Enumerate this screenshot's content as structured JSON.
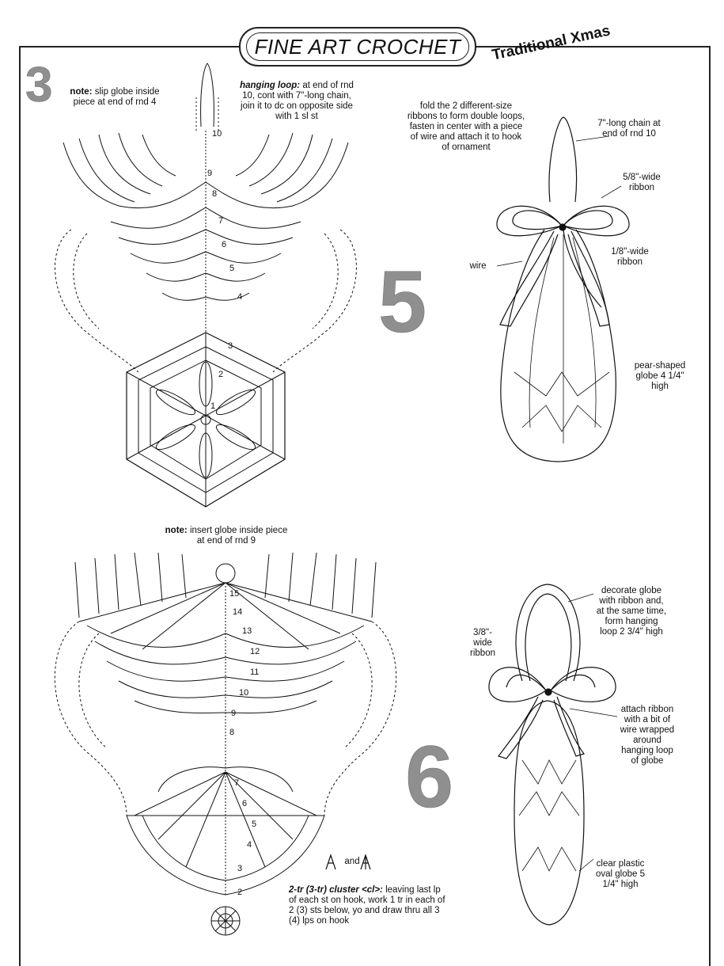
{
  "header": {
    "title": "FINE ART CROCHET",
    "series": "Traditional Xmas"
  },
  "sections": {
    "s3": {
      "number": "3",
      "note_label": "note:",
      "note_text": "slip globe inside piece at end of rnd 4",
      "loop_label": "hanging loop:",
      "loop_text": "at end of rnd 10, cont with 7\"-long chain, join it to dc on opposite side with 1 sl st",
      "round_numbers": [
        "10",
        "9",
        "8",
        "7",
        "6",
        "5",
        "4",
        "3",
        "2",
        "1"
      ]
    },
    "s5": {
      "number": "5",
      "instruction": "fold the 2 different-size ribbons to form double loops, fasten in center with a piece of wire and attach it to hook of ornament",
      "chain_label": "7\"-long chain at end of rnd 10",
      "ribbon_wide": "5/8\"-wide ribbon",
      "wire_label": "wire",
      "ribbon_narrow": "1/8\"-wide ribbon",
      "globe_label": "pear-shaped globe 4 1/4\" high"
    },
    "s4": {
      "note_label": "note:",
      "note_text": "insert globe inside piece at end of rnd 9",
      "round_numbers": [
        "15",
        "14",
        "13",
        "12",
        "11",
        "10",
        "9",
        "8",
        "7",
        "6",
        "5",
        "4",
        "3",
        "2"
      ],
      "symbol_joiner": "and",
      "cluster_label": "2-tr (3-tr) cluster <cl>:",
      "cluster_text": "leaving last lp of each st on hook, work 1 tr in each of 2 (3) sts below, yo and draw thru all 3 (4) lps on hook"
    },
    "s6": {
      "number": "6",
      "decorate": "decorate globe with ribbon and, at the same time, form hanging loop 2 3/4\" high",
      "ribbon_label": "3/8\"-wide ribbon",
      "attach": "attach ribbon with a bit of wire wrapped around hanging loop of globe",
      "globe_label": "clear plastic oval globe 5 1/4\" high"
    }
  }
}
